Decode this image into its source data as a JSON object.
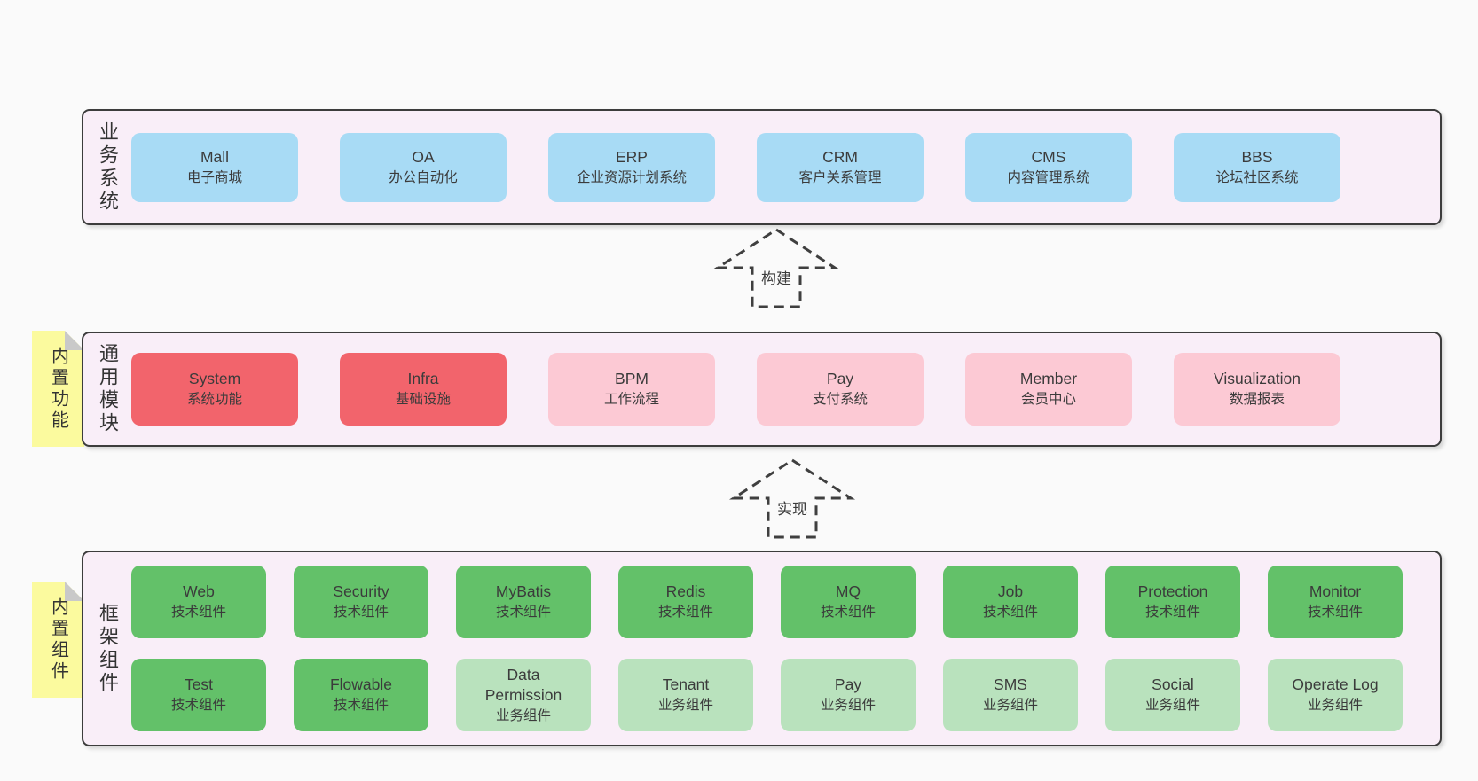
{
  "colors": {
    "page_bg": "#fafafa",
    "panel_bg": "#f9eef8",
    "panel_border": "#3c3c3c",
    "text": "#3b3b3b",
    "blue": "#a8dbf5",
    "red": "#f2646c",
    "pink": "#fcc9d4",
    "green": "#63c169",
    "light_green": "#b9e2bd",
    "sticky_yellow": "#fbfa9e",
    "sticky_fold": "#c9c9c9"
  },
  "arrows": [
    {
      "label": "构建"
    },
    {
      "label": "实现"
    }
  ],
  "stickies": [
    {
      "label": "内置功能"
    },
    {
      "label": "内置组件"
    }
  ],
  "layers": [
    {
      "side_label": "业务系统",
      "rows": [
        [
          {
            "name": "Mall",
            "sub": "电子商城",
            "type": "blue"
          },
          {
            "name": "OA",
            "sub": "办公自动化",
            "type": "blue"
          },
          {
            "name": "ERP",
            "sub": "企业资源计划系统",
            "type": "blue"
          },
          {
            "name": "CRM",
            "sub": "客户关系管理",
            "type": "blue"
          },
          {
            "name": "CMS",
            "sub": "内容管理系统",
            "type": "blue"
          },
          {
            "name": "BBS",
            "sub": "论坛社区系统",
            "type": "blue"
          }
        ]
      ]
    },
    {
      "side_label": "通用模块",
      "rows": [
        [
          {
            "name": "System",
            "sub": "系统功能",
            "type": "red"
          },
          {
            "name": "Infra",
            "sub": "基础设施",
            "type": "red"
          },
          {
            "name": "BPM",
            "sub": "工作流程",
            "type": "pink"
          },
          {
            "name": "Pay",
            "sub": "支付系统",
            "type": "pink"
          },
          {
            "name": "Member",
            "sub": "会员中心",
            "type": "pink"
          },
          {
            "name": "Visualization",
            "sub": "数据报表",
            "type": "pink"
          }
        ]
      ]
    },
    {
      "side_label": "框架组件",
      "rows": [
        [
          {
            "name": "Web",
            "sub": "技术组件",
            "type": "green"
          },
          {
            "name": "Security",
            "sub": "技术组件",
            "type": "green"
          },
          {
            "name": "MyBatis",
            "sub": "技术组件",
            "type": "green"
          },
          {
            "name": "Redis",
            "sub": "技术组件",
            "type": "green"
          },
          {
            "name": "MQ",
            "sub": "技术组件",
            "type": "green"
          },
          {
            "name": "Job",
            "sub": "技术组件",
            "type": "green"
          },
          {
            "name": "Protection",
            "sub": "技术组件",
            "type": "green"
          },
          {
            "name": "Monitor",
            "sub": "技术组件",
            "type": "green"
          }
        ],
        [
          {
            "name": "Test",
            "sub": "技术组件",
            "type": "green"
          },
          {
            "name": "Flowable",
            "sub": "技术组件",
            "type": "green"
          },
          {
            "name": "Data\nPermission",
            "sub": "业务组件",
            "type": "light_green"
          },
          {
            "name": "Tenant",
            "sub": "业务组件",
            "type": "light_green"
          },
          {
            "name": "Pay",
            "sub": "业务组件",
            "type": "light_green"
          },
          {
            "name": "SMS",
            "sub": "业务组件",
            "type": "light_green"
          },
          {
            "name": "Social",
            "sub": "业务组件",
            "type": "light_green"
          },
          {
            "name": "Operate Log",
            "sub": "业务组件",
            "type": "light_green"
          }
        ]
      ]
    }
  ]
}
